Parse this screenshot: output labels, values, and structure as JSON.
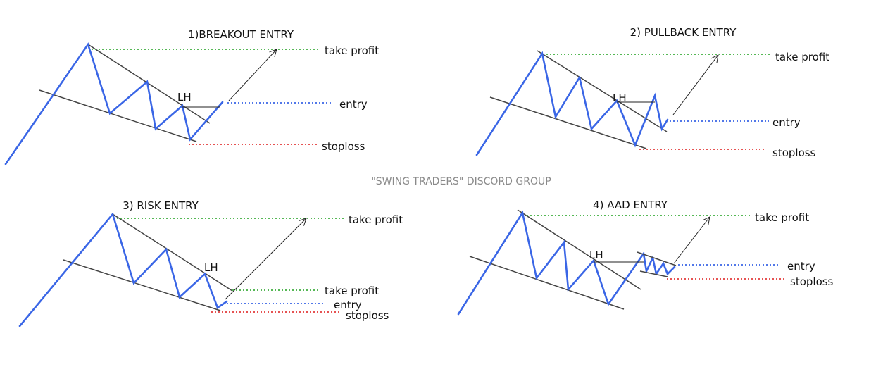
{
  "watermark": "\"SWING TRADERS\" DISCORD GROUP",
  "colors": {
    "price": "#3a66e6",
    "take_profit": "#3fae3f",
    "entry": "#3a66e6",
    "stoploss": "#e23b3b",
    "trendline": "#444444",
    "text": "#111111",
    "watermark": "#8a8a8a"
  },
  "panels": [
    {
      "title": "1)BREAKOUT ENTRY",
      "lh_label": "LH",
      "take_profit_label": "take profit",
      "entry_label": "entry",
      "stoploss_label": "stoploss"
    },
    {
      "title": "2) PULLBACK ENTRY",
      "lh_label": "LH",
      "take_profit_label": "take profit",
      "entry_label": "entry",
      "stoploss_label": "stoploss"
    },
    {
      "title": "3) RISK ENTRY",
      "lh_label": "LH",
      "take_profit_label": "take profit",
      "take_profit2_label": "take profit",
      "entry_label": "entry",
      "stoploss_label": "stoploss"
    },
    {
      "title": "4) AAD ENTRY",
      "lh_label": "LH",
      "take_profit_label": "take profit",
      "entry_label": "entry",
      "stoploss_label": "stoploss"
    }
  ]
}
